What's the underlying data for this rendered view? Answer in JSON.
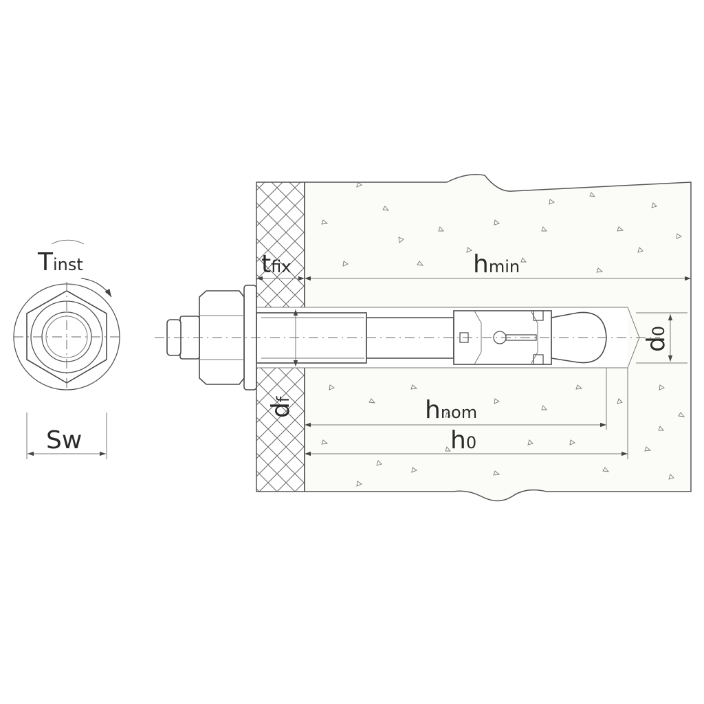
{
  "labels": {
    "torque_main": "T",
    "torque_sub": "inst",
    "wrench_size": "Sw",
    "fixture_thickness_main": "t",
    "fixture_thickness_sub": "fix",
    "min_thickness_main": "h",
    "min_thickness_sub": "min",
    "drill_diameter_main": "d",
    "drill_diameter_sub": "0",
    "fixture_hole_main": "d",
    "fixture_hole_sub": "f",
    "nominal_depth_main": "h",
    "nominal_depth_sub": "nom",
    "hole_depth_main": "h",
    "hole_depth_sub": "0"
  },
  "colors": {
    "line": "#4a4a4a",
    "text": "#2a2a2a",
    "concrete_fill": "#fbfbf8",
    "background": "#ffffff"
  }
}
